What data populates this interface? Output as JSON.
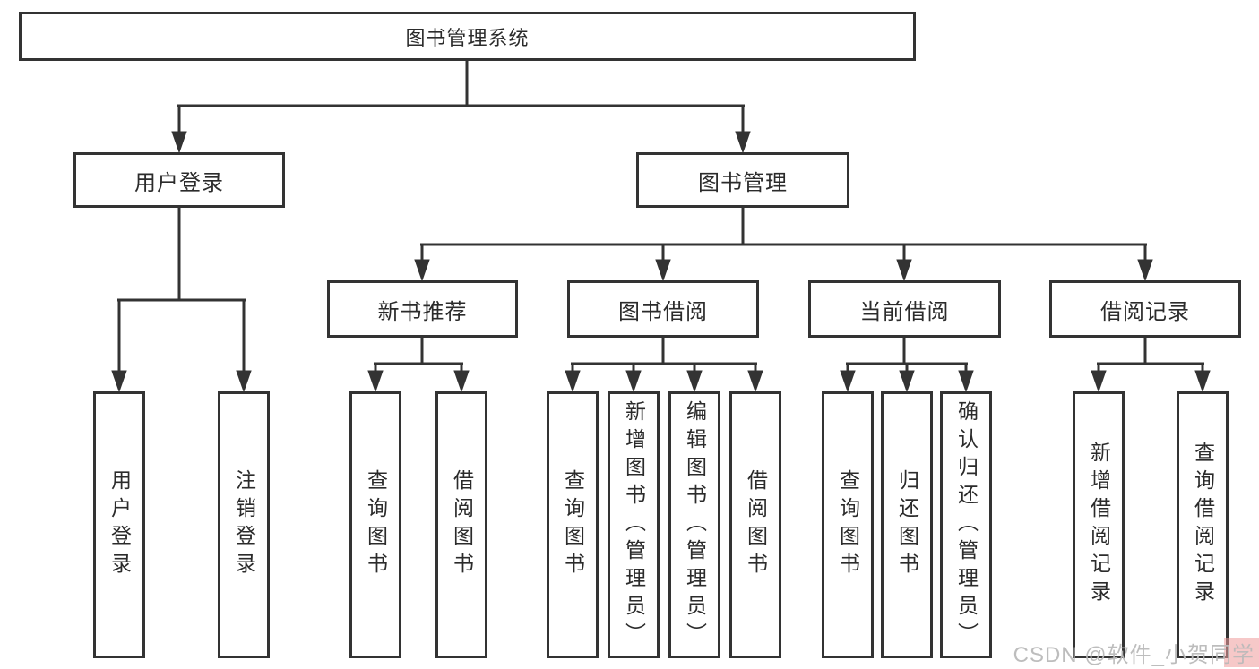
{
  "tree": {
    "root": {
      "label": "图书管理系统"
    },
    "branches": [
      {
        "label": "用户登录",
        "children": [
          {
            "label": "用户登录"
          },
          {
            "label": "注销登录"
          }
        ]
      },
      {
        "label": "图书管理",
        "children": [
          {
            "label": "新书推荐",
            "children": [
              {
                "label": "查询图书"
              },
              {
                "label": "借阅图书"
              }
            ]
          },
          {
            "label": "图书借阅",
            "children": [
              {
                "label": "查询图书"
              },
              {
                "label": "新增图书（管理员）"
              },
              {
                "label": "编辑图书（管理员）"
              },
              {
                "label": "借阅图书"
              }
            ]
          },
          {
            "label": "当前借阅",
            "children": [
              {
                "label": "查询图书"
              },
              {
                "label": "归还图书"
              },
              {
                "label": "确认归还（管理员）"
              }
            ]
          },
          {
            "label": "借阅记录",
            "children": [
              {
                "label": "新增借阅记录"
              },
              {
                "label": "查询借阅记录"
              }
            ]
          }
        ]
      }
    ]
  },
  "watermark": {
    "text": "CSDN @软件_小贺同学"
  },
  "colors": {
    "line": "#333333",
    "box_border": "#333333",
    "box_fill": "#ffffff",
    "text": "#2b2b2b",
    "watermark_text": "#b9b9b9",
    "watermark_accent": "#ee9a9a"
  }
}
